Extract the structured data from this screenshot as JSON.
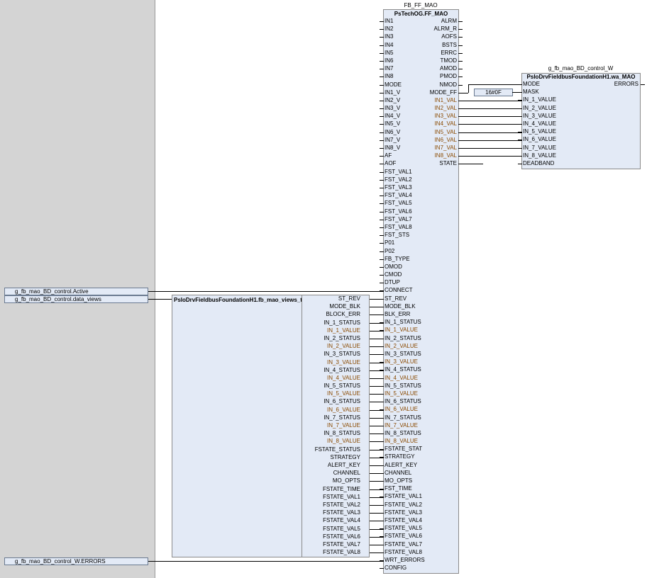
{
  "main_block": {
    "instance": "FB_FF_MAO",
    "type": "PsTechOG.FF_MAO",
    "inputs": [
      "IN1",
      "IN2",
      "IN3",
      "IN4",
      "IN5",
      "IN6",
      "IN7",
      "IN8",
      "MODE",
      "IN1_V",
      "IN2_V",
      "IN3_V",
      "IN4_V",
      "IN5_V",
      "IN6_V",
      "IN7_V",
      "IN8_V",
      "AF",
      "AOF",
      "FST_VAL1",
      "FST_VAL2",
      "FST_VAL3",
      "FST_VAL4",
      "FST_VAL5",
      "FST_VAL6",
      "FST_VAL7",
      "FST_VAL8",
      "FST_STS",
      "P01",
      "P02",
      "FB_TYPE",
      "OMOD",
      "CMOD",
      "DTUP",
      "CONNECT",
      "ST_REV",
      "MODE_BLK",
      "BLK_ERR",
      "IN_1_STATUS",
      "IN_1_VALUE",
      "IN_2_STATUS",
      "IN_2_VALUE",
      "IN_3_STATUS",
      "IN_3_VALUE",
      "IN_4_STATUS",
      "IN_4_VALUE",
      "IN_5_STATUS",
      "IN_5_VALUE",
      "IN_6_STATUS",
      "IN_6_VALUE",
      "IN_7_STATUS",
      "IN_7_VALUE",
      "IN_8_STATUS",
      "IN_8_VALUE",
      "FSTATE_STAT",
      "STRATEGY",
      "ALERT_KEY",
      "CHANNEL",
      "MO_OPTS",
      "FST_TIME",
      "FSTATE_VAL1",
      "FSTATE_VAL2",
      "FSTATE_VAL3",
      "FSTATE_VAL4",
      "FSTATE_VAL5",
      "FSTATE_VAL6",
      "FSTATE_VAL7",
      "FSTATE_VAL8",
      "WRT_ERRORS",
      "CONFIG"
    ],
    "outputs": [
      "ALRM",
      "ALRM_R",
      "AOFS",
      "BSTS",
      "ERRC",
      "TMOD",
      "AMOD",
      "PMOD",
      "NMOD",
      "MODE_FF",
      "IN1_VAL",
      "IN2_VAL",
      "IN3_VAL",
      "IN4_VAL",
      "IN5_VAL",
      "IN6_VAL",
      "IN7_VAL",
      "IN8_VAL",
      "STATE"
    ]
  },
  "write_block": {
    "instance": "g_fb_mao_BD_control_W",
    "type": "PsIoDrvFieldbusFoundationH1.wa_MAO",
    "inputs": [
      "MODE",
      "MASK",
      "IN_1_VALUE",
      "IN_2_VALUE",
      "IN_3_VALUE",
      "IN_4_VALUE",
      "IN_5_VALUE",
      "IN_6_VALUE",
      "IN_7_VALUE",
      "IN_8_VALUE",
      "DEADBAND"
    ],
    "outputs": [
      "ERRORS"
    ],
    "mask_constant": "16#0F"
  },
  "views_block": {
    "type": "PsIoDrvFieldbusFoundationH1.fb_mao_views_t",
    "outputs": [
      "ST_REV",
      "MODE_BLK",
      "BLOCK_ERR",
      "IN_1_STATUS",
      "IN_1_VALUE",
      "IN_2_STATUS",
      "IN_2_VALUE",
      "IN_3_STATUS",
      "IN_3_VALUE",
      "IN_4_STATUS",
      "IN_4_VALUE",
      "IN_5_STATUS",
      "IN_5_VALUE",
      "IN_6_STATUS",
      "IN_6_VALUE",
      "IN_7_STATUS",
      "IN_7_VALUE",
      "IN_8_STATUS",
      "IN_8_VALUE",
      "FSTATE_STATUS",
      "STRATEGY",
      "ALERT_KEY",
      "CHANNEL",
      "MO_OPTS",
      "FSTATE_TIME",
      "FSTATE_VAL1",
      "FSTATE_VAL2",
      "FSTATE_VAL3",
      "FSTATE_VAL4",
      "FSTATE_VAL5",
      "FSTATE_VAL6",
      "FSTATE_VAL7",
      "FSTATE_VAL8"
    ]
  },
  "variables": [
    "g_fb_mao_BD_control.Active",
    "g_fb_mao_BD_control.data_views",
    "g_fb_mao_BD_control_W.ERRORS"
  ]
}
